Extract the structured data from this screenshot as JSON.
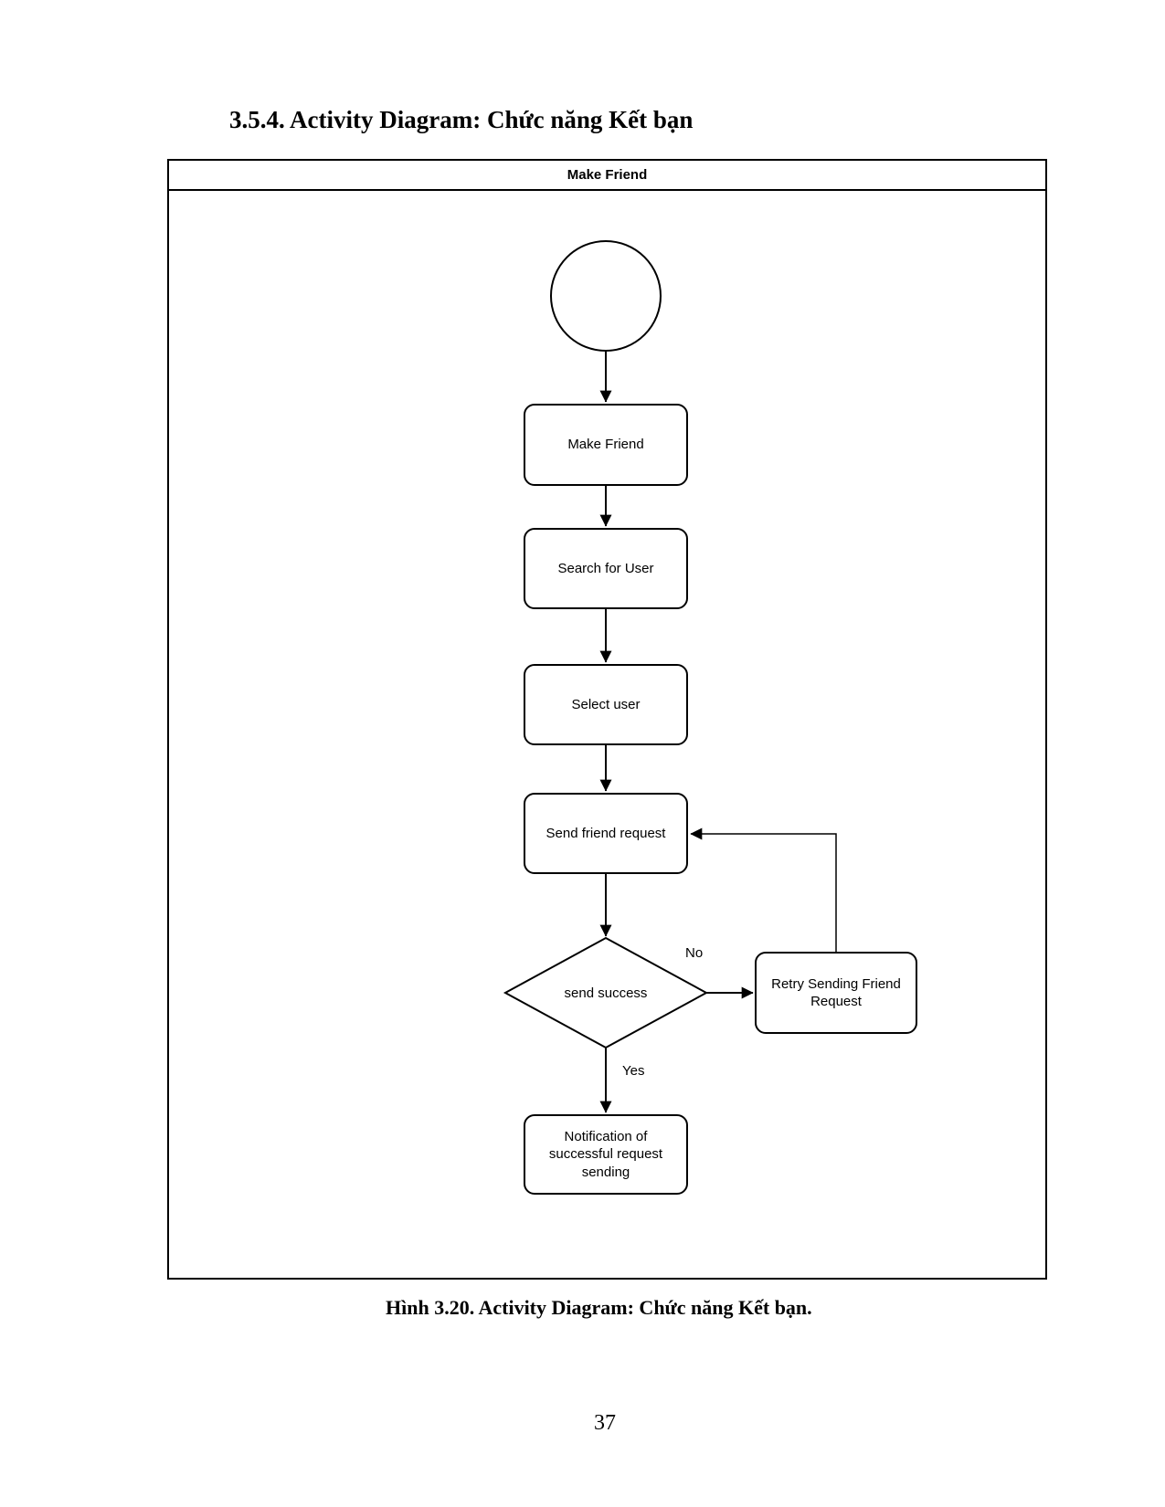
{
  "page": {
    "heading": "3.5.4. Activity Diagram: Chức năng Kết bạn",
    "caption": "Hình 3.20. Activity Diagram: Chức năng Kết bạn.",
    "page_number": "37"
  },
  "diagram": {
    "frame_title": "Make Friend",
    "nodes": {
      "make_friend": "Make Friend",
      "search_for_user": "Search for User",
      "select_user": "Select user",
      "send_friend_request": "Send friend request",
      "decision_send_success": "send success",
      "retry_sending": "Retry Sending Friend Request",
      "notification_success": "Notification of successful request sending"
    },
    "edge_labels": {
      "no": "No",
      "yes": "Yes"
    },
    "colors": {
      "stroke": "#000000",
      "node_fill": "#ffffff",
      "text": "#000000",
      "page_bg": "#ffffff"
    }
  }
}
